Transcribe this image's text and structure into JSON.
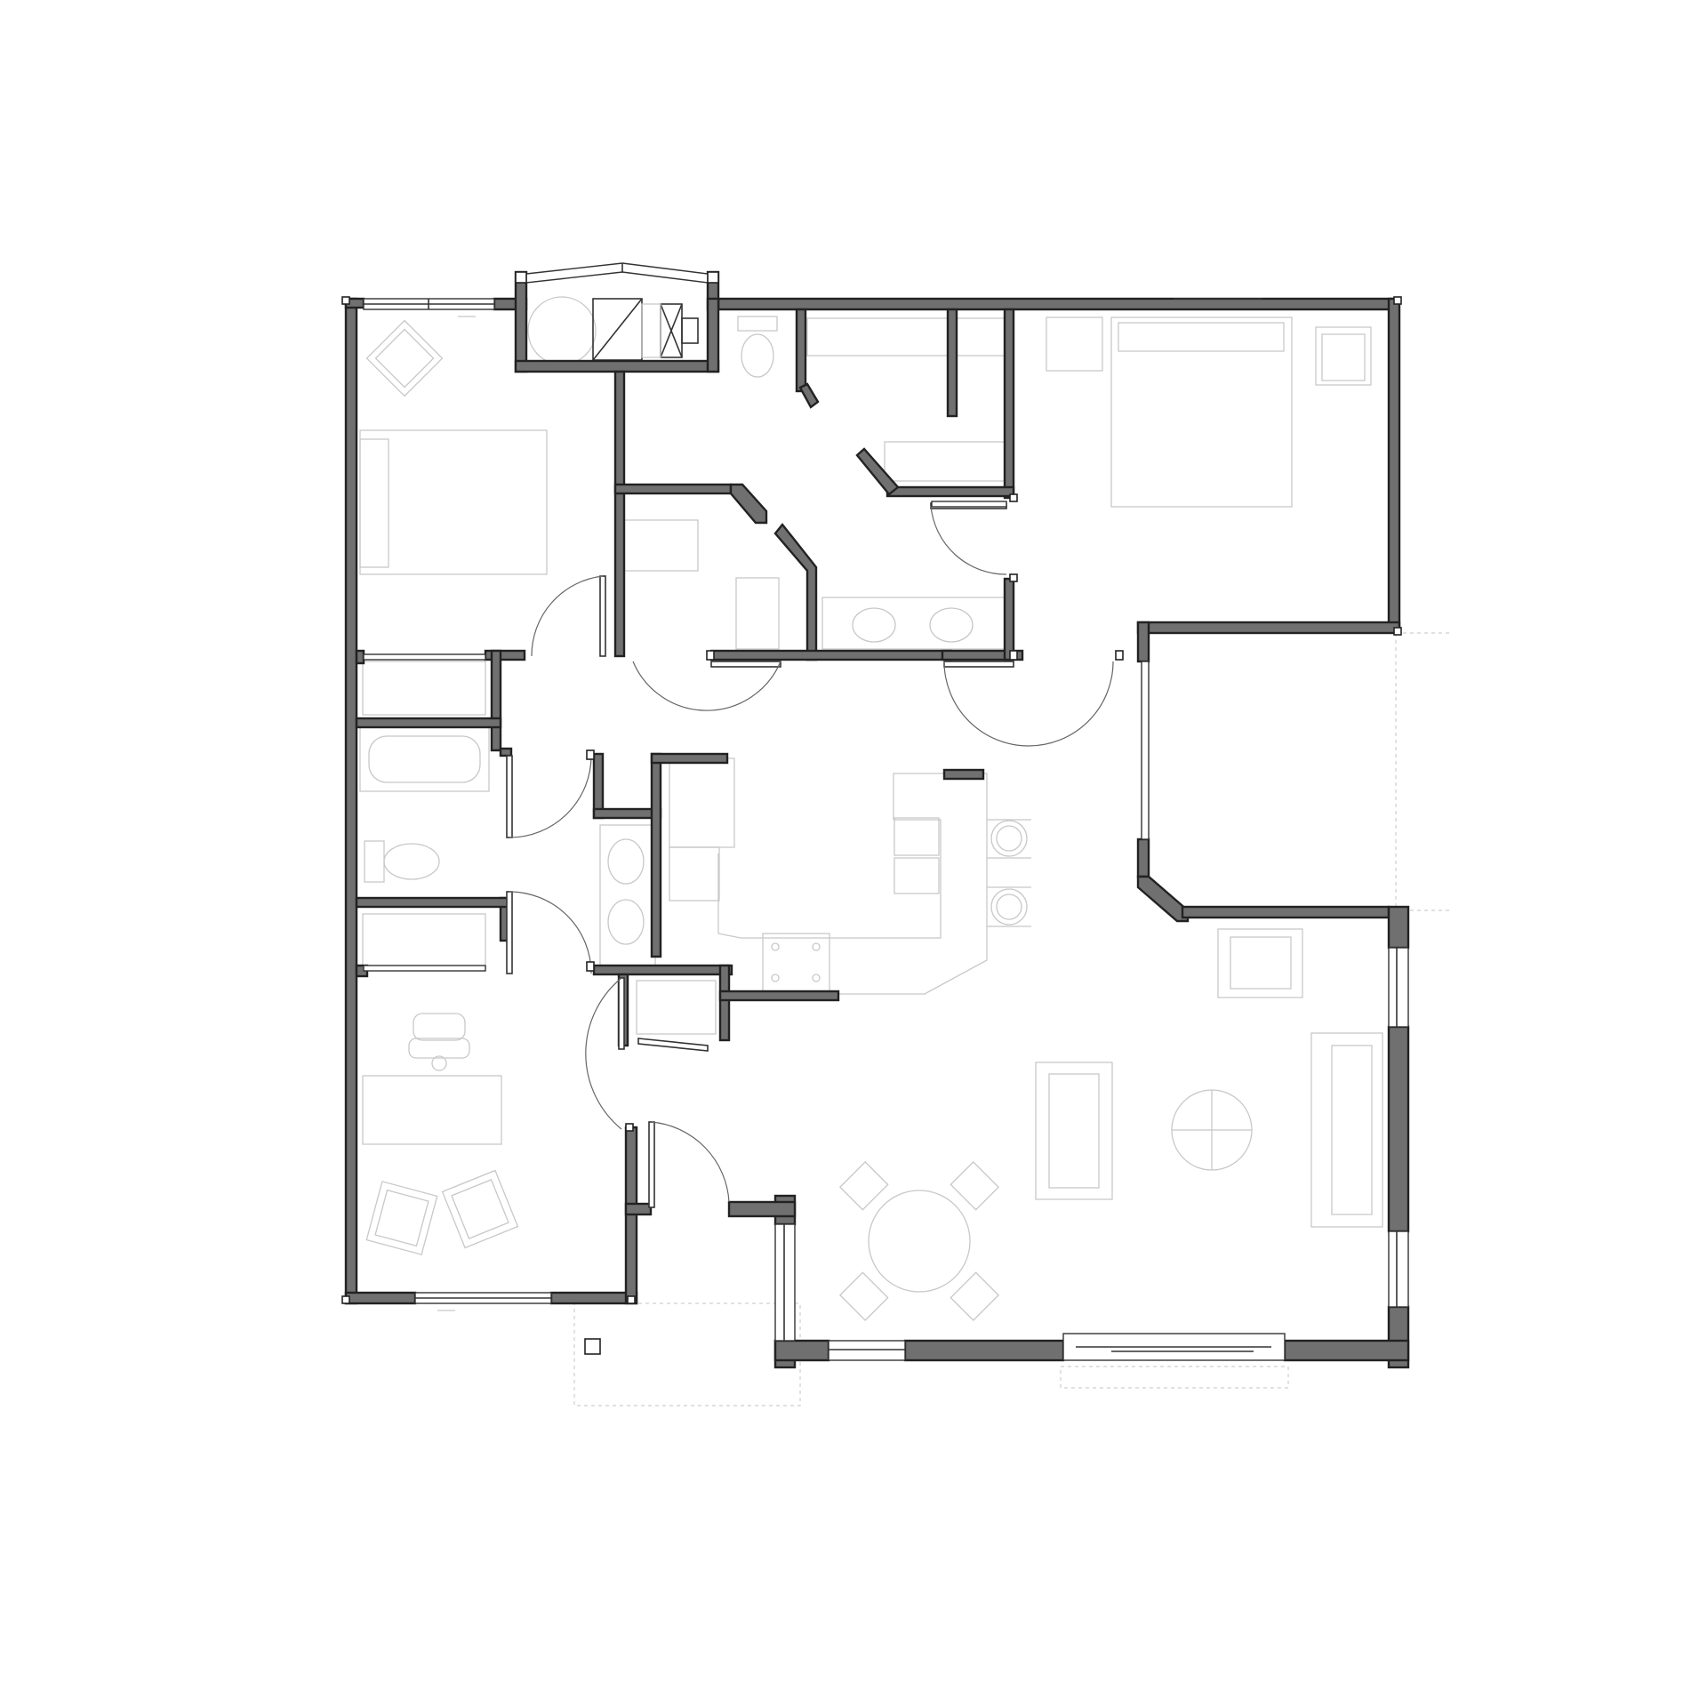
{
  "drawing": {
    "type": "floor-plan",
    "text_labels": [],
    "colors": {
      "wall_fill": "#707070",
      "wall_outline": "#222222",
      "furniture_line": "#c8c8c8",
      "background": "#ffffff"
    },
    "rooms": [
      "bedroom-1",
      "bedroom-2",
      "primary-bedroom",
      "bathroom",
      "primary-bathroom",
      "laundry",
      "kitchen",
      "living-dining",
      "hallway",
      "closets"
    ]
  }
}
